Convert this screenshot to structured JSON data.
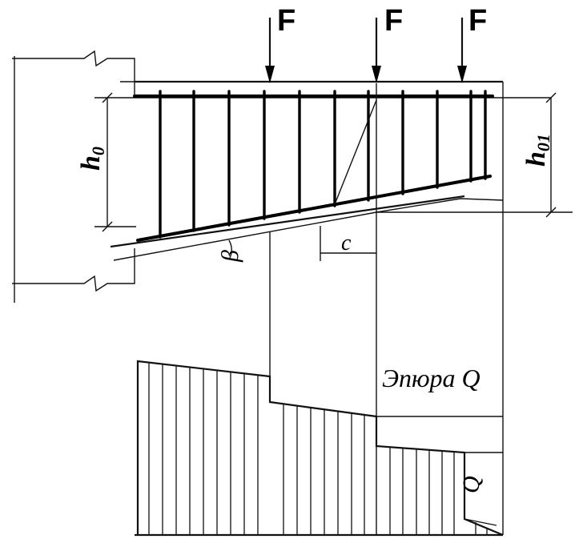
{
  "labels": {
    "force": "F",
    "h0": "h",
    "h0_sub": "0",
    "h01": "h",
    "h01_sub": "01",
    "beta": "β",
    "c": "c",
    "diagram_title": "Эпюра Q",
    "q": "Q"
  },
  "forces": [
    "F",
    "F",
    "F"
  ],
  "colors": {
    "ink": "#000000",
    "paper": "#ffffff"
  }
}
